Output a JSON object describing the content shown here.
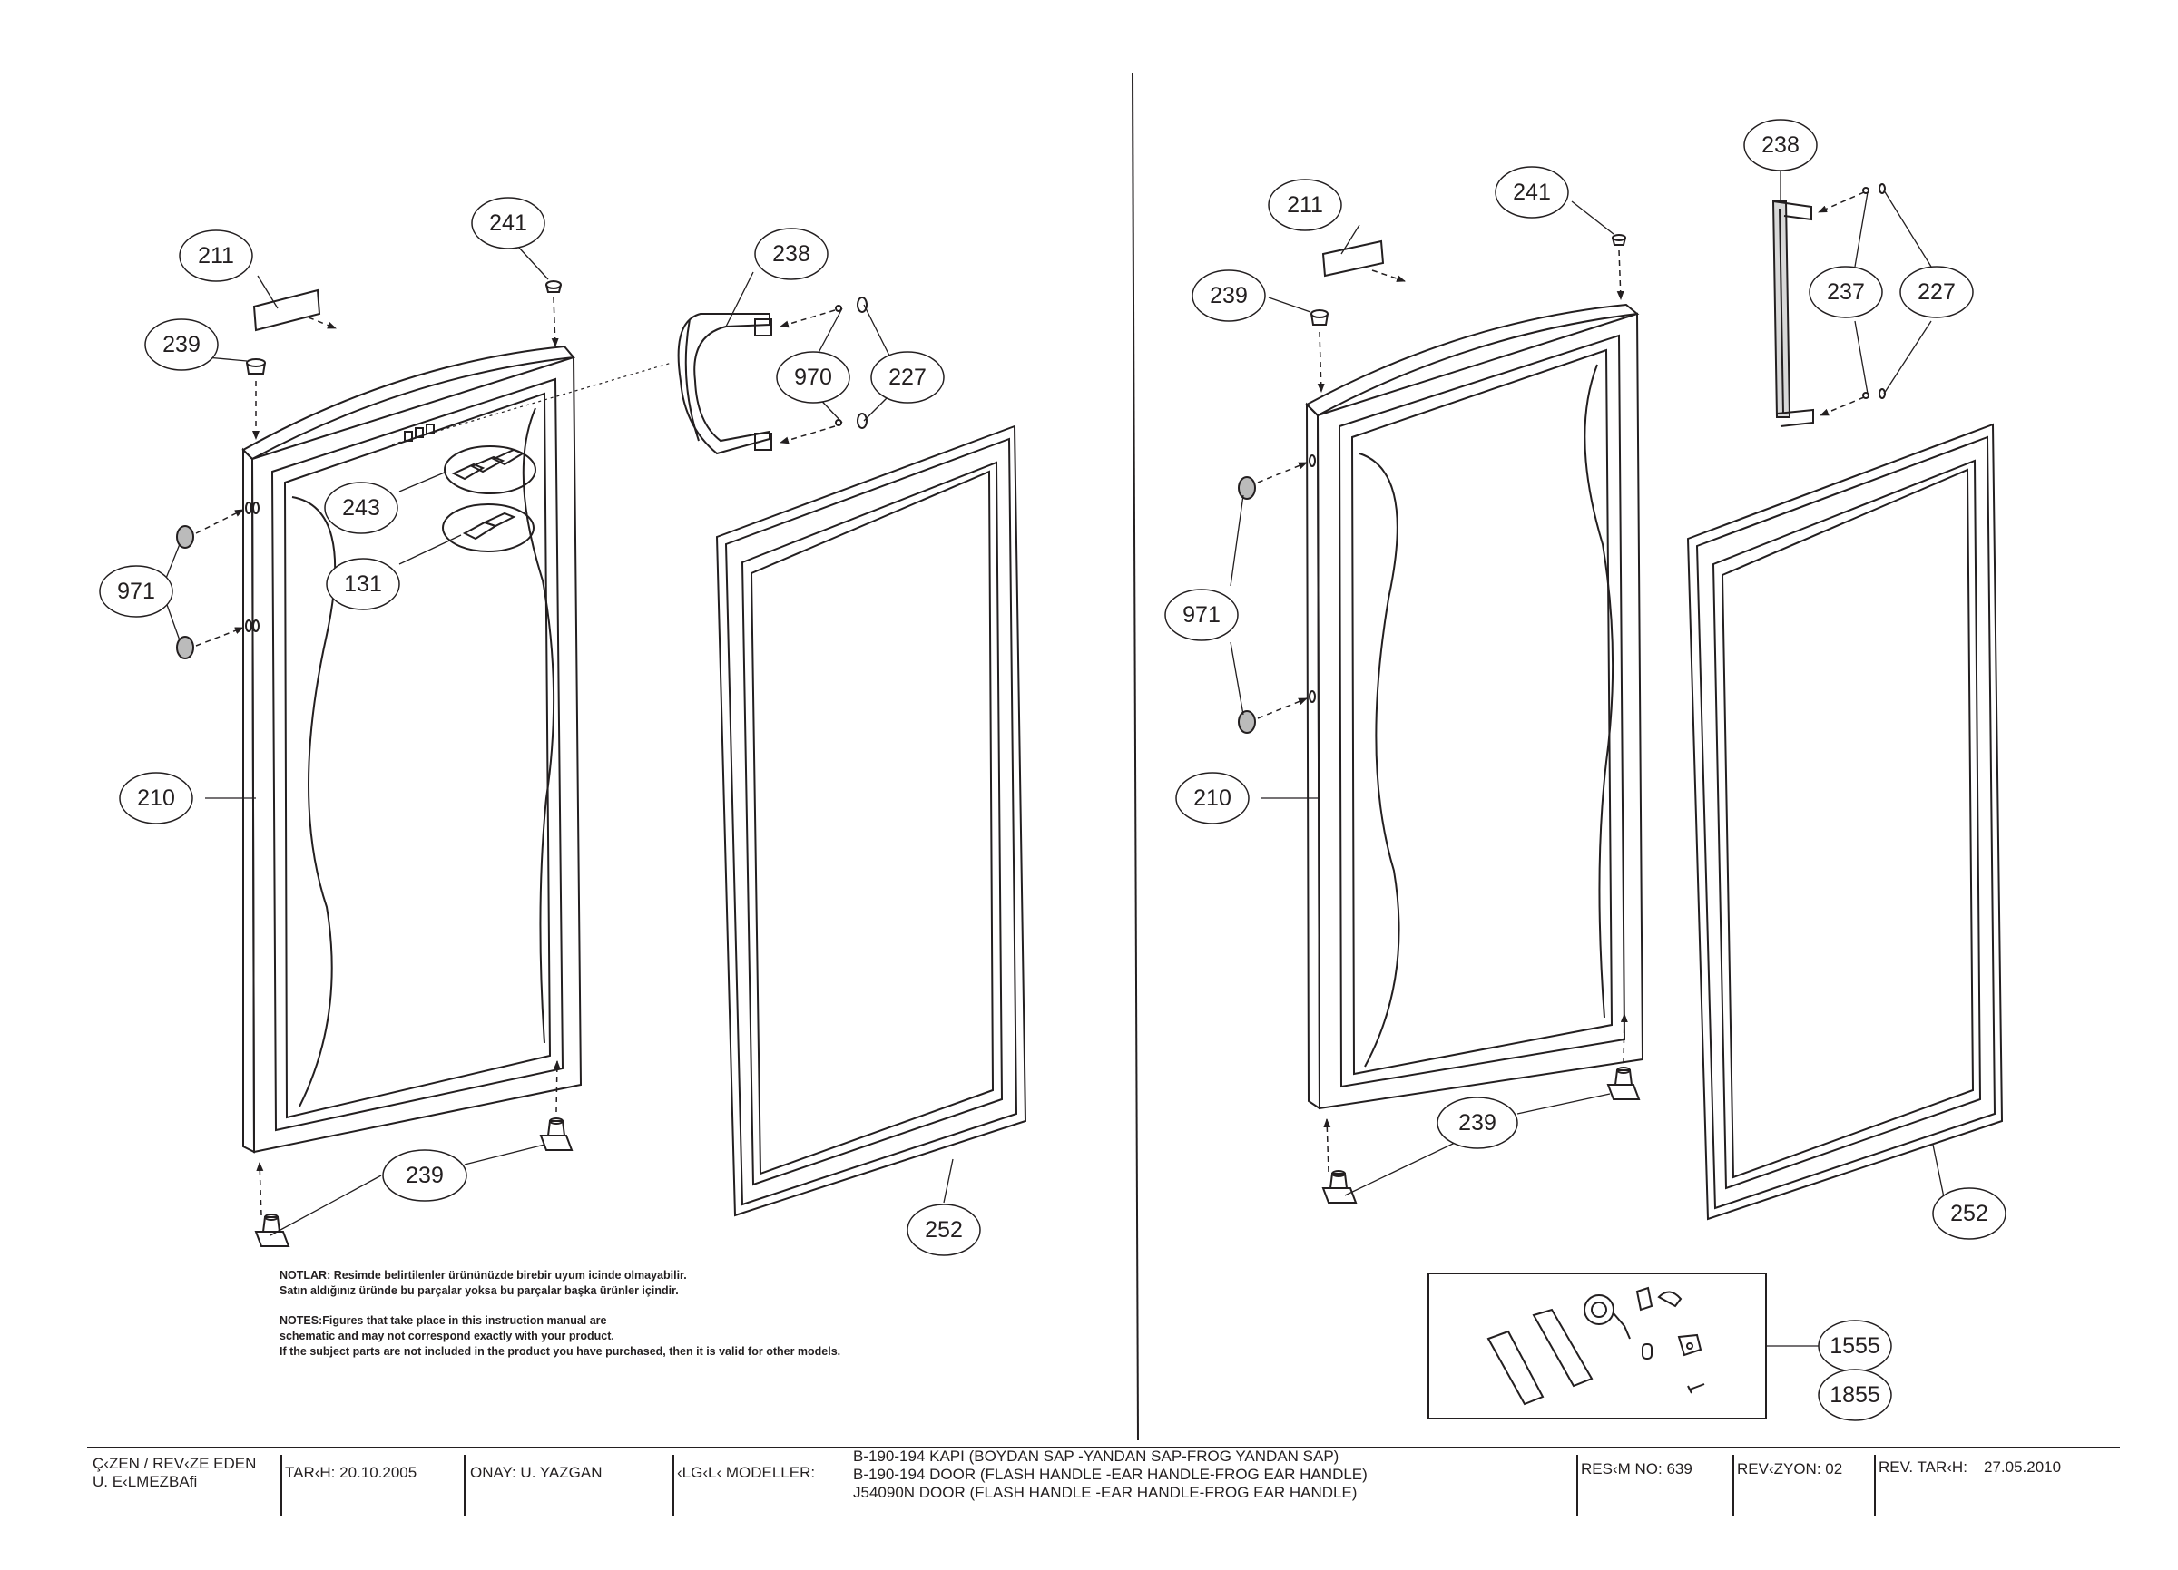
{
  "sheet": {
    "left_labels": {
      "l211": "211",
      "l241": "241",
      "l239_top": "239",
      "l238": "238",
      "l970": "970",
      "l227": "227",
      "l243": "243",
      "l131": "131",
      "l971": "971",
      "l210": "210",
      "l239_bottom": "239",
      "l252": "252"
    },
    "right_labels": {
      "r238": "238",
      "r241": "241",
      "r211": "211",
      "r239_top": "239",
      "r237": "237",
      "r227": "227",
      "r971": "971",
      "r210": "210",
      "r239_bottom": "239",
      "r252": "252",
      "r1555": "1555",
      "r1855": "1855"
    },
    "notes": {
      "tr_line1": "NOTLAR: Resimde belirtilenler ürününüzde birebir  uyum icinde olmayabilir.",
      "tr_line2": "Satın aldığınız üründe bu parçalar yoksa bu parçalar başka ürünler içindir.",
      "en_line1": "NOTES:Figures that take place in this instruction manual are",
      "en_line2": "schematic  and may not correspond exactly with your product.",
      "en_line3": "If the subject parts are not included in the product you have purchased, then it is valid for other models."
    },
    "title_block": {
      "drawn_by_label": "Ç‹ZEN / REV‹ZE EDEN",
      "drawn_by_name": "U. E‹LMEZBAfi",
      "date": "TAR‹H: 20.10.2005",
      "approval": "ONAY: U. YAZGAN",
      "models_label": "‹LG‹L‹ MODELLER:",
      "models_line1": "B-190-194 KAPI (BOYDAN SAP -YANDAN SAP-FROG YANDAN SAP)",
      "models_line2": "B-190-194 DOOR (FLASH HANDLE -EAR HANDLE-FROG EAR HANDLE)",
      "models_line3": "J54090N DOOR (FLASH HANDLE -EAR HANDLE-FROG EAR HANDLE)",
      "drawing_no": "RES‹M NO: 639",
      "revision": "REV‹ZYON: 02",
      "rev_date_label": "REV. TAR‹H:",
      "rev_date": "27.05.2010"
    }
  }
}
